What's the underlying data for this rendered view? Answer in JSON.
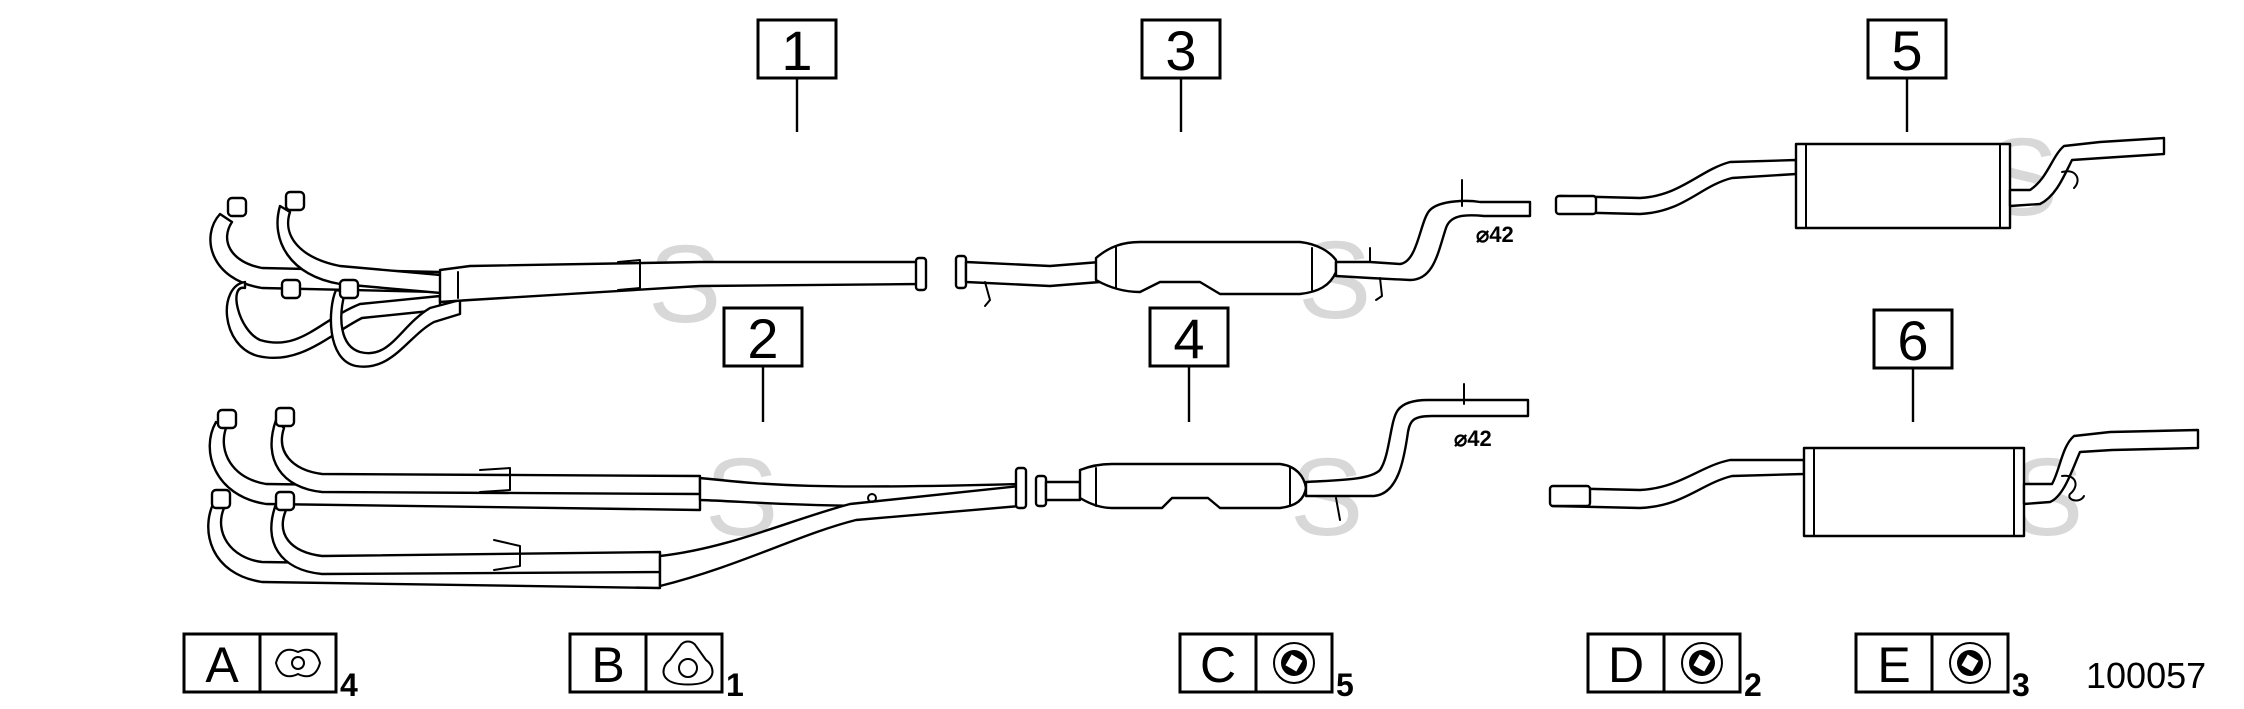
{
  "callouts": [
    {
      "id": "c1",
      "label": "1"
    },
    {
      "id": "c2",
      "label": "2"
    },
    {
      "id": "c3",
      "label": "3"
    },
    {
      "id": "c4",
      "label": "4"
    },
    {
      "id": "c5",
      "label": "5"
    },
    {
      "id": "c6",
      "label": "6"
    }
  ],
  "dimensions": {
    "upper_outlet": "⌀42",
    "lower_outlet": "⌀42"
  },
  "legend": [
    {
      "letter": "A",
      "qty": "4",
      "icon": "oval-gasket-icon"
    },
    {
      "letter": "B",
      "qty": "1",
      "icon": "triangular-flange-gasket-icon"
    },
    {
      "letter": "C",
      "qty": "5",
      "icon": "rubber-mount-icon"
    },
    {
      "letter": "D",
      "qty": "2",
      "icon": "rubber-mount-icon"
    },
    {
      "letter": "E",
      "qty": "3",
      "icon": "rubber-mount-icon"
    }
  ],
  "reference_number": "100057",
  "watermark": "S"
}
